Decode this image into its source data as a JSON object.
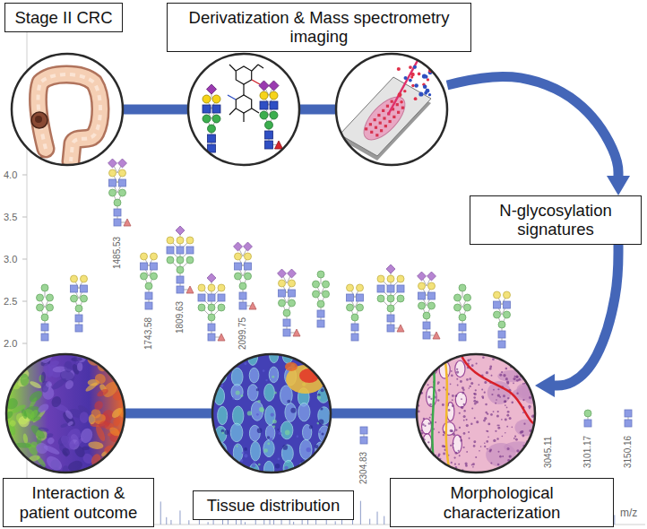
{
  "diagram": {
    "nodes": [
      {
        "text": [
          "Stage II CRC"
        ]
      },
      {
        "text": [
          "Derivatization & Mass spectrometry imaging"
        ]
      },
      {
        "text": [
          "N-glycosylation signatures"
        ]
      },
      {
        "text": [
          "Interaction & patient outcome"
        ]
      },
      {
        "text": [
          "Tissue distribution"
        ]
      },
      {
        "text": [
          "Morphological characterization"
        ]
      }
    ],
    "edges": [
      {
        "from": 0,
        "to": 1,
        "arrow": "none"
      },
      {
        "from": 1,
        "to": 2,
        "arrow": "to"
      },
      {
        "from": 2,
        "to": 5,
        "arrow": "to"
      },
      {
        "from": 5,
        "to": 4,
        "arrow": "none"
      },
      {
        "from": 4,
        "to": 3,
        "arrow": "none"
      }
    ],
    "labels": [
      "4.0",
      "3.5",
      "3.0",
      "2.5",
      "2.0",
      "1485.53",
      "1743.58",
      "1809.63",
      "2099.75",
      "2304.83",
      "3045.11",
      "3101.17",
      "3150.16",
      "m/z"
    ]
  }
}
